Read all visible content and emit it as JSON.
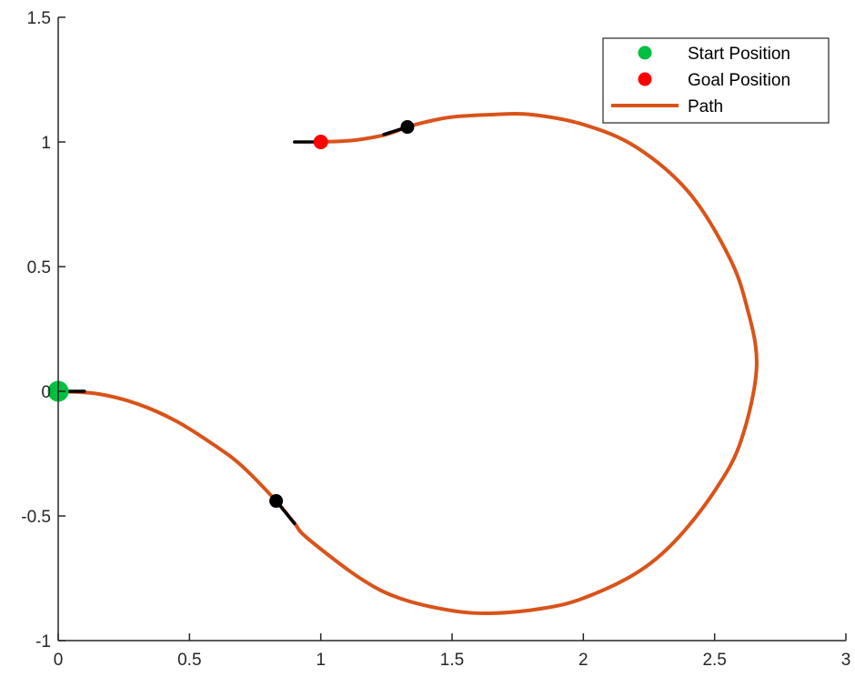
{
  "chart_data": {
    "type": "line",
    "title": "",
    "xlabel": "",
    "ylabel": "",
    "xlim": [
      0,
      3
    ],
    "ylim": [
      -1,
      1.5
    ],
    "x_ticks": [
      0,
      0.5,
      1,
      1.5,
      2,
      2.5,
      3
    ],
    "x_tick_labels": [
      "0",
      "0.5",
      "1",
      "1.5",
      "2",
      "2.5",
      "3"
    ],
    "y_ticks": [
      -1,
      -0.5,
      0,
      0.5,
      1,
      1.5
    ],
    "y_tick_labels": [
      "-1",
      "-0.5",
      "0",
      "0.5",
      "1",
      "1.5"
    ],
    "grid": false,
    "legend_position": "top-right",
    "legend": [
      {
        "label": "Start Position",
        "marker": "dot",
        "color": "#00c040"
      },
      {
        "label": "Goal Position",
        "marker": "dot",
        "color": "#ff0000"
      },
      {
        "label": "Path",
        "marker": "line",
        "color": "#d95319"
      }
    ],
    "start": {
      "x": 0,
      "y": 0
    },
    "goal": {
      "x": 1,
      "y": 1
    },
    "waypoints": [
      {
        "x": 0.83,
        "y": -0.44
      },
      {
        "x": 1.33,
        "y": 1.06
      }
    ],
    "path_points": [
      [
        0,
        0
      ],
      [
        0.15,
        -0.01
      ],
      [
        0.3,
        -0.05
      ],
      [
        0.45,
        -0.12
      ],
      [
        0.6,
        -0.22
      ],
      [
        0.7,
        -0.3
      ],
      [
        0.83,
        -0.44
      ],
      [
        0.9,
        -0.53
      ],
      [
        0.95,
        -0.59
      ],
      [
        1.15,
        -0.75
      ],
      [
        1.3,
        -0.83
      ],
      [
        1.5,
        -0.88
      ],
      [
        1.66,
        -0.89
      ],
      [
        1.85,
        -0.87
      ],
      [
        2.0,
        -0.83
      ],
      [
        2.2,
        -0.73
      ],
      [
        2.35,
        -0.6
      ],
      [
        2.5,
        -0.4
      ],
      [
        2.6,
        -0.2
      ],
      [
        2.66,
        0.1
      ],
      [
        2.62,
        0.35
      ],
      [
        2.55,
        0.55
      ],
      [
        2.4,
        0.8
      ],
      [
        2.2,
        0.98
      ],
      [
        2.0,
        1.07
      ],
      [
        1.8,
        1.11
      ],
      [
        1.66,
        1.11
      ],
      [
        1.5,
        1.1
      ],
      [
        1.4,
        1.08
      ],
      [
        1.33,
        1.06
      ],
      [
        1.25,
        1.03
      ],
      [
        1.15,
        1.01
      ],
      [
        1.08,
        1.003
      ],
      [
        1.0,
        1.0
      ]
    ],
    "heading_segments": [
      [
        [
          0,
          0
        ],
        [
          0.1,
          0
        ]
      ],
      [
        [
          0.83,
          -0.44
        ],
        [
          0.9,
          -0.53
        ]
      ],
      [
        [
          1.33,
          1.06
        ],
        [
          1.24,
          1.03
        ]
      ],
      [
        [
          1.0,
          1.0
        ],
        [
          0.9,
          1.0
        ]
      ]
    ],
    "colors": {
      "path": "#d95319",
      "start": "#00c040",
      "goal": "#ff0000",
      "waypoint": "#000000",
      "axis": "#262626"
    }
  }
}
